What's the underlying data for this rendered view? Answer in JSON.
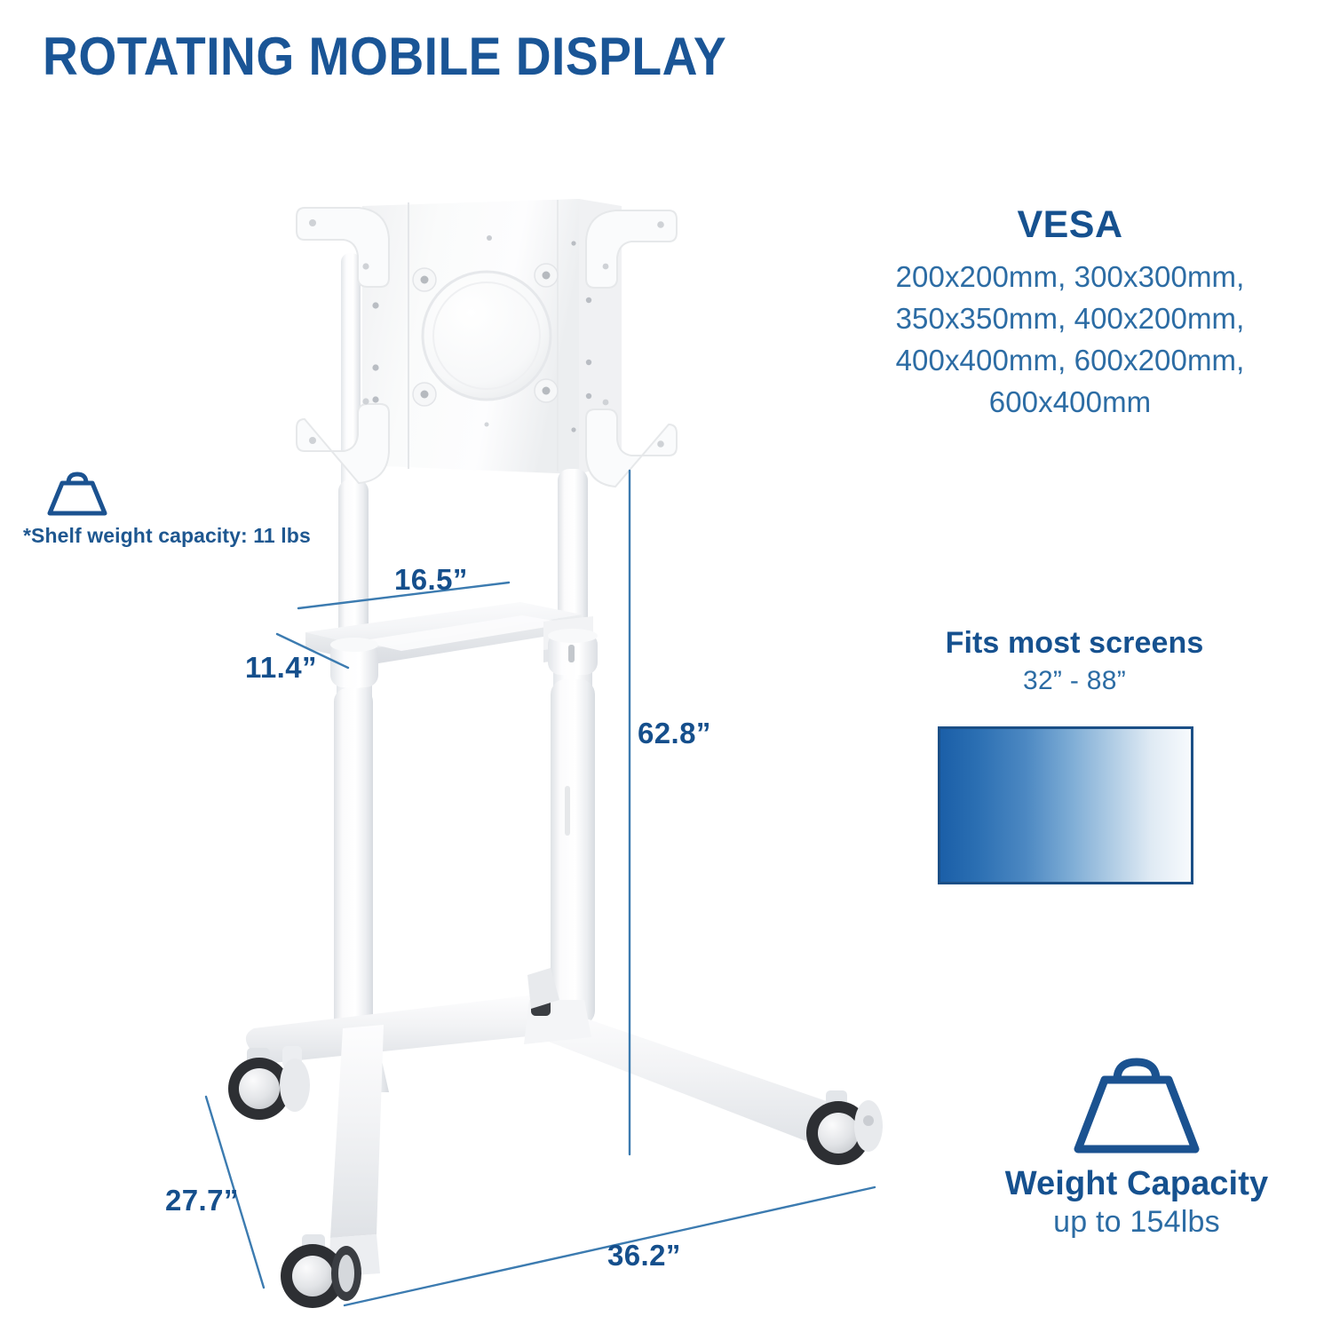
{
  "page": {
    "title": "ROTATING MOBILE DISPLAY",
    "background_color": "#ffffff"
  },
  "colors": {
    "brand_dark_blue": "#16518f",
    "brand_mid_blue": "#2c6ca4",
    "leader_line_blue": "#3c7bb0",
    "product_white": "#f4f5f7"
  },
  "vesa": {
    "heading": "VESA",
    "sizes_line_1": "200x200mm, 300x300mm,",
    "sizes_line_2": "350x350mm, 400x200mm,",
    "sizes_line_3": "400x400mm, 600x200mm,",
    "sizes_line_4": "600x400mm",
    "sizes_full": "200x200mm, 300x300mm, 350x350mm, 400x200mm, 400x400mm, 600x200mm, 600x400mm"
  },
  "fits_screens": {
    "heading": "Fits most screens",
    "range": "32” - 88”",
    "swatch_icon": "screen-gradient-swatch"
  },
  "weight_capacity": {
    "icon": "weight-icon",
    "title": "Weight Capacity",
    "value": "up to 154lbs"
  },
  "shelf_weight": {
    "icon": "weight-icon",
    "label": "*Shelf weight capacity: 11 lbs"
  },
  "dimensions": {
    "shelf_width": "16.5”",
    "shelf_depth": "11.4”",
    "overall_height": "62.8”",
    "base_depth": "27.7”",
    "base_width": "36.2”"
  },
  "product": {
    "name": "rotating-mobile-display-cart",
    "parts": [
      "vesa-mount-plate",
      "corner-bracket-top-left",
      "corner-bracket-top-right",
      "corner-bracket-bottom-left",
      "corner-bracket-bottom-right",
      "rotation-hub",
      "left-post",
      "right-post",
      "accessory-shelf",
      "shelf-collar-left",
      "shelf-collar-right",
      "base-frame",
      "caster-front-left",
      "caster-front-right",
      "caster-rear"
    ]
  }
}
